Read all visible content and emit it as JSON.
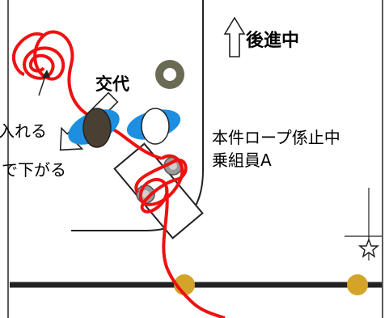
{
  "labels": {
    "reversing": "後進中",
    "swap": "交代",
    "rope_stopper_line1": "本件ロープ係止中",
    "rope_stopper_line2": "乗組員A",
    "left_top": "入れる",
    "left_bottom": "で下がる"
  },
  "icons": {
    "reverse_arrow": "up-arrow-outline-icon",
    "swap_arrow": "diagonal-arrow-outline-icon",
    "star_marker": "star-icon"
  },
  "colors": {
    "rope": "#ee1111",
    "bollard": "#d4a42a",
    "person_blue": "#1e8fe0",
    "person_dark": "#4a3f33",
    "person_white": "#ffffff",
    "bitt_gray": "#9a9a9a",
    "ring": "#6b6b55",
    "structure": "#222222"
  }
}
